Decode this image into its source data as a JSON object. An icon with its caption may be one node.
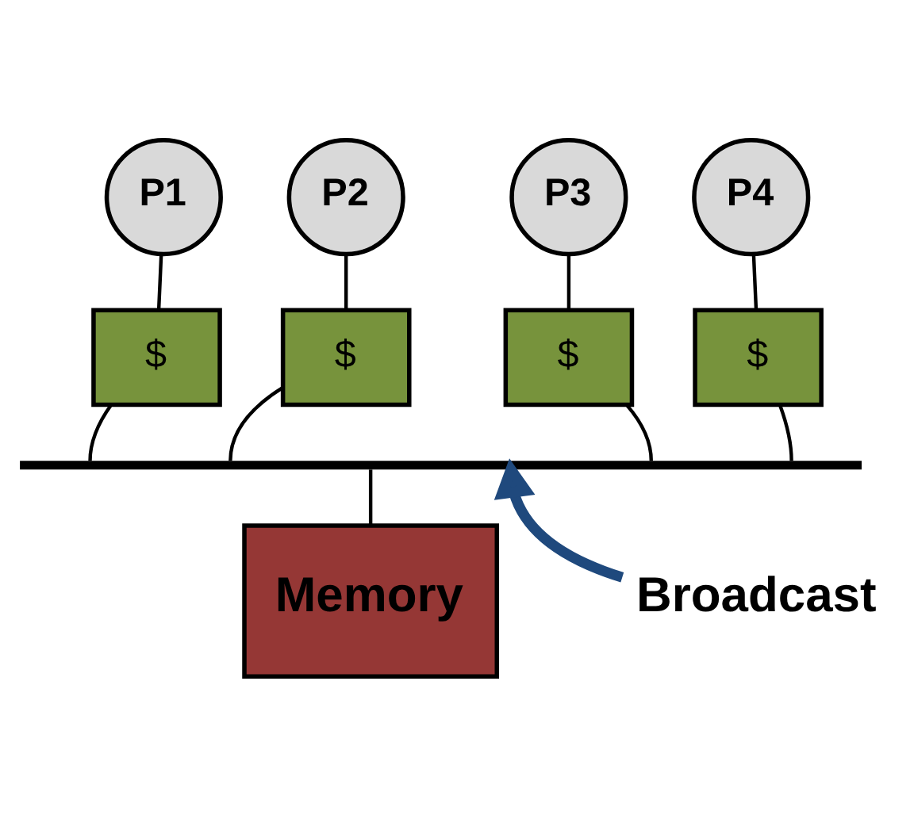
{
  "diagram": {
    "nodes": [
      {
        "text": [
          "P1"
        ]
      },
      {
        "text": [
          "P2"
        ]
      },
      {
        "text": [
          "P3"
        ]
      },
      {
        "text": [
          "P4"
        ]
      },
      {
        "text": [
          "$"
        ]
      },
      {
        "text": [
          "$"
        ]
      },
      {
        "text": [
          "$"
        ]
      },
      {
        "text": [
          "$"
        ]
      },
      {
        "text": [],
        "shape": "bar"
      },
      {
        "text": [
          "Memory"
        ]
      },
      {
        "text": [
          "Broadcast"
        ]
      }
    ],
    "edges": [
      {
        "from": 0,
        "to": 4,
        "arrow": "none"
      },
      {
        "from": 1,
        "to": 5,
        "arrow": "none"
      },
      {
        "from": 2,
        "to": 6,
        "arrow": "none"
      },
      {
        "from": 3,
        "to": 7,
        "arrow": "none"
      },
      {
        "from": 4,
        "to": 8,
        "arrow": "none"
      },
      {
        "from": 5,
        "to": 8,
        "arrow": "none"
      },
      {
        "from": 6,
        "to": 8,
        "arrow": "none"
      },
      {
        "from": 7,
        "to": 8,
        "arrow": "none"
      },
      {
        "from": 8,
        "to": 9,
        "arrow": "none"
      },
      {
        "from": 10,
        "to": 8,
        "arrow": "to",
        "style": "thick",
        "color": "#1f497d"
      }
    ]
  }
}
